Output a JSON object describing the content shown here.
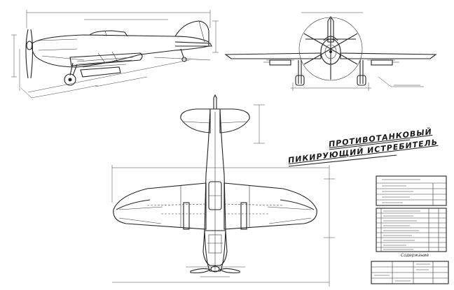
{
  "title": {
    "line1": "ПРОТИВОТАНКОВЫЙ",
    "line2": "ПИКИРУЮЩИЙ ИСТРЕБИТЕЛЬ"
  },
  "spec_table": {
    "caption": "Содержание"
  },
  "colors": {
    "ink": "#222222",
    "paper": "#ffffff"
  },
  "icons": {
    "side_view": "aircraft-side-view-icon",
    "front_view": "aircraft-front-view-icon",
    "top_view": "aircraft-top-view-icon"
  }
}
